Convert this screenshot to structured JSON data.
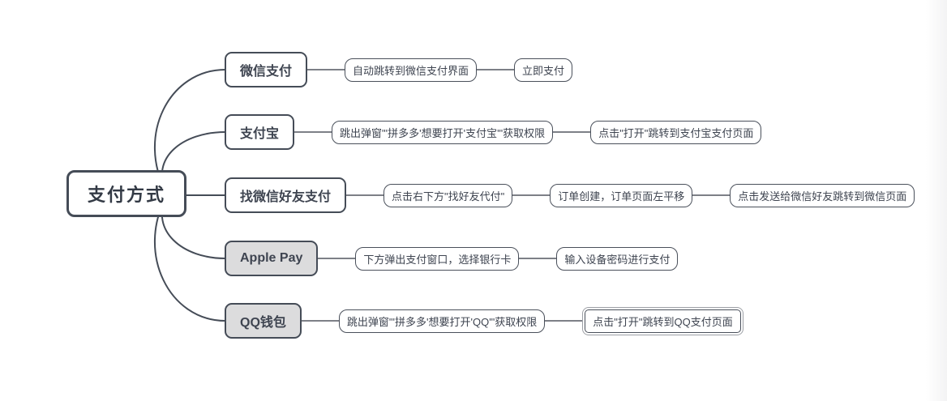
{
  "root": {
    "label": "支付方式"
  },
  "branches": [
    {
      "label": "微信支付",
      "style": "plain",
      "steps": [
        "自动跳转到微信支付界面",
        "立即支付"
      ]
    },
    {
      "label": "支付宝",
      "style": "plain",
      "steps": [
        "跳出弹窗\"'拼多多'想要打开'支付宝'\"获取权限",
        "点击\"打开\"跳转到支付宝支付页面"
      ]
    },
    {
      "label": "找微信好友支付",
      "style": "plain",
      "steps": [
        "点击右下方\"找好友代付\"",
        "订单创建，订单页面左平移",
        "点击发送给微信好友跳转到微信页面"
      ]
    },
    {
      "label": "Apple Pay",
      "style": "filled",
      "steps": [
        "下方弹出支付窗口，选择银行卡",
        "输入设备密码进行支付"
      ]
    },
    {
      "label": "QQ钱包",
      "style": "filled",
      "steps": [
        "跳出弹窗\"'拼多多'想要打开'QQ'\"获取权限",
        "点击\"打开\"跳转到QQ支付页面"
      ],
      "selected_step_index": 1
    }
  ],
  "colors": {
    "node_border": "#454c57",
    "node_text": "#3e4450",
    "filled_node_background": "#dcdcdd",
    "connector_line": "#7d8087",
    "selection_outline": "#9da0a6",
    "background": "#ffffff"
  }
}
